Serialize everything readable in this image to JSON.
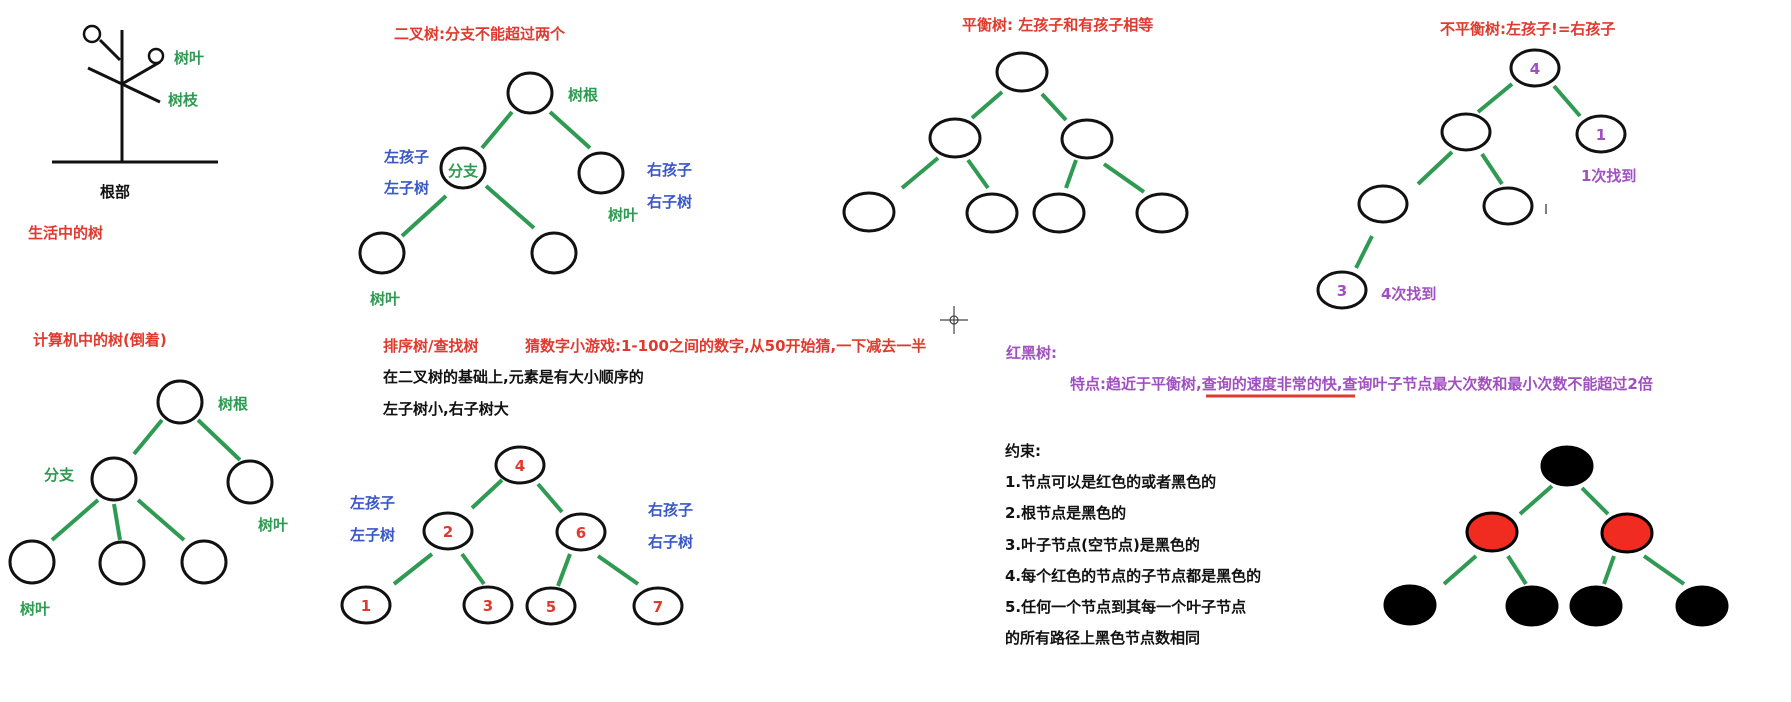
{
  "colors": {
    "red": "#e03a2e",
    "green": "#2e9a52",
    "blue": "#3a58c8",
    "purple": "#a050c0",
    "black": "#111111"
  },
  "life_tree": {
    "leaf": "树叶",
    "branch": "树枝",
    "root": "根部",
    "caption": "生活中的树"
  },
  "binary_tree": {
    "title": "二叉树:分支不能超过两个",
    "root": "树根",
    "left_child": "左孩子",
    "left_subtree": "左子树",
    "branch": "分支",
    "right_child": "右孩子",
    "right_subtree": "右子树",
    "leaf_right": "树叶",
    "leaf_left": "树叶"
  },
  "balanced": {
    "title": "平衡树: 左孩子和有孩子相等"
  },
  "unbalanced": {
    "title": "不平衡树:左孩子!=右孩子",
    "root_value": "4",
    "right_value": "1",
    "right_note": "1次找到",
    "leaf_value": "3",
    "leaf_note": "4次找到"
  },
  "computer_tree": {
    "caption": "计算机中的树(倒着)",
    "root": "树根",
    "branch": "分支",
    "leaf_right": "树叶",
    "leaf_left": "树叶"
  },
  "sorted_tree": {
    "title": "排序树/查找树",
    "game": "猜数字小游戏:1-100之间的数字,从50开始猜,一下减去一半",
    "desc1": "在二叉树的基础上,元素是有大小顺序的",
    "desc2": "左子树小,右子树大",
    "left_child": "左孩子",
    "left_subtree": "左子树",
    "right_child": "右孩子",
    "right_subtree": "右子树",
    "nodes": [
      "4",
      "2",
      "6",
      "1",
      "3",
      "5",
      "7"
    ]
  },
  "red_black": {
    "title": "红黑树:",
    "feature_prefix": "特点:趋近于平衡树,",
    "feature_highlight": "查询的速度非常的快",
    "feature_suffix": ",查询叶子节点最大次数和最小次数不能超过2倍",
    "constraints_title": "约束:",
    "rules": [
      "1.节点可以是红色的或者黑色的",
      "2.根节点是黑色的",
      "3.叶子节点(空节点)是黑色的",
      "4.每个红色的节点的子节点都是黑色的",
      "5.任何一个节点到其每一个叶子节点",
      "的所有路径上黑色节点数相同"
    ]
  }
}
